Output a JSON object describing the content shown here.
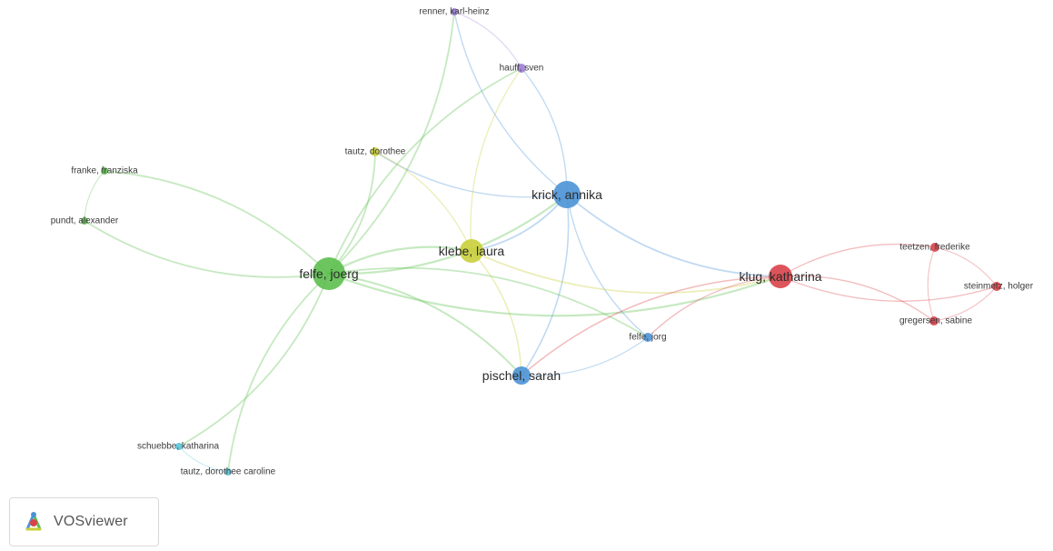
{
  "nodes": [
    {
      "id": "felfe_joerg",
      "label": "felfe, joerg",
      "cluster": "green",
      "weight": 3
    },
    {
      "id": "krick_annika",
      "label": "krick, annika",
      "cluster": "blue",
      "weight": 2
    },
    {
      "id": "klebe_laura",
      "label": "klebe, laura",
      "cluster": "yellow",
      "weight": 2
    },
    {
      "id": "klug_katharina",
      "label": "klug, katharina",
      "cluster": "red",
      "weight": 2
    },
    {
      "id": "pischel_sarah",
      "label": "pischel, sarah",
      "cluster": "blue",
      "weight": 1.5
    },
    {
      "id": "renner_karl_heinz",
      "label": "renner, karl-heinz",
      "cluster": "purple",
      "weight": 1
    },
    {
      "id": "hauff_sven",
      "label": "hauff, sven",
      "cluster": "purple",
      "weight": 1
    },
    {
      "id": "tautz_dorothee",
      "label": "tautz, dorothee",
      "cluster": "yellow",
      "weight": 1
    },
    {
      "id": "franke_franziska",
      "label": "franke, franziska",
      "cluster": "green",
      "weight": 1
    },
    {
      "id": "pundt_alexander",
      "label": "pundt, alexander",
      "cluster": "green",
      "weight": 1
    },
    {
      "id": "teetzen_frederike",
      "label": "teetzen, frederike",
      "cluster": "red",
      "weight": 1
    },
    {
      "id": "steinmetz_holger",
      "label": "steinmetz, holger",
      "cluster": "red",
      "weight": 1
    },
    {
      "id": "gregersen_sabine",
      "label": "gregersen, sabine",
      "cluster": "red",
      "weight": 1
    },
    {
      "id": "felfe_jorg",
      "label": "felfe, jorg",
      "cluster": "blue",
      "weight": 1
    },
    {
      "id": "schuebbe_katharina",
      "label": "schuebbe, katharina",
      "cluster": "cyan",
      "weight": 1
    },
    {
      "id": "tautz_dorothee_caroline",
      "label": "tautz, dorothee caroline",
      "cluster": "cyan",
      "weight": 1
    }
  ],
  "edges": [
    [
      "felfe_joerg",
      "krick_annika"
    ],
    [
      "felfe_joerg",
      "klebe_laura"
    ],
    [
      "felfe_joerg",
      "klug_katharina"
    ],
    [
      "felfe_joerg",
      "pischel_sarah"
    ],
    [
      "felfe_joerg",
      "franke_franziska"
    ],
    [
      "felfe_joerg",
      "pundt_alexander"
    ],
    [
      "felfe_joerg",
      "tautz_dorothee"
    ],
    [
      "felfe_joerg",
      "hauff_sven"
    ],
    [
      "felfe_joerg",
      "renner_karl_heinz"
    ],
    [
      "felfe_joerg",
      "schuebbe_katharina"
    ],
    [
      "felfe_joerg",
      "tautz_dorothee_caroline"
    ],
    [
      "felfe_joerg",
      "felfe_jorg"
    ],
    [
      "franke_franziska",
      "pundt_alexander"
    ],
    [
      "krick_annika",
      "klebe_laura"
    ],
    [
      "krick_annika",
      "klug_katharina"
    ],
    [
      "krick_annika",
      "pischel_sarah"
    ],
    [
      "krick_annika",
      "hauff_sven"
    ],
    [
      "krick_annika",
      "renner_karl_heinz"
    ],
    [
      "krick_annika",
      "felfe_jorg"
    ],
    [
      "krick_annika",
      "tautz_dorothee"
    ],
    [
      "klebe_laura",
      "klug_katharina"
    ],
    [
      "klebe_laura",
      "pischel_sarah"
    ],
    [
      "klebe_laura",
      "tautz_dorothee"
    ],
    [
      "klebe_laura",
      "hauff_sven"
    ],
    [
      "klug_katharina",
      "pischel_sarah"
    ],
    [
      "klug_katharina",
      "teetzen_frederike"
    ],
    [
      "klug_katharina",
      "steinmetz_holger"
    ],
    [
      "klug_katharina",
      "gregersen_sabine"
    ],
    [
      "klug_katharina",
      "felfe_jorg"
    ],
    [
      "teetzen_frederike",
      "steinmetz_holger"
    ],
    [
      "teetzen_frederike",
      "gregersen_sabine"
    ],
    [
      "steinmetz_holger",
      "gregersen_sabine"
    ],
    [
      "pischel_sarah",
      "felfe_jorg"
    ],
    [
      "renner_karl_heinz",
      "hauff_sven"
    ],
    [
      "schuebbe_katharina",
      "tautz_dorothee_caroline"
    ]
  ],
  "cluster_colors": {
    "green": "#5cbf4e",
    "blue": "#4b93d6",
    "yellow": "#c9cf3a",
    "red": "#d9434a",
    "purple": "#9e7fd4",
    "cyan": "#5cc5dd"
  },
  "logo": {
    "text": "VOSviewer",
    "icon": "vosviewer-logo-icon"
  }
}
